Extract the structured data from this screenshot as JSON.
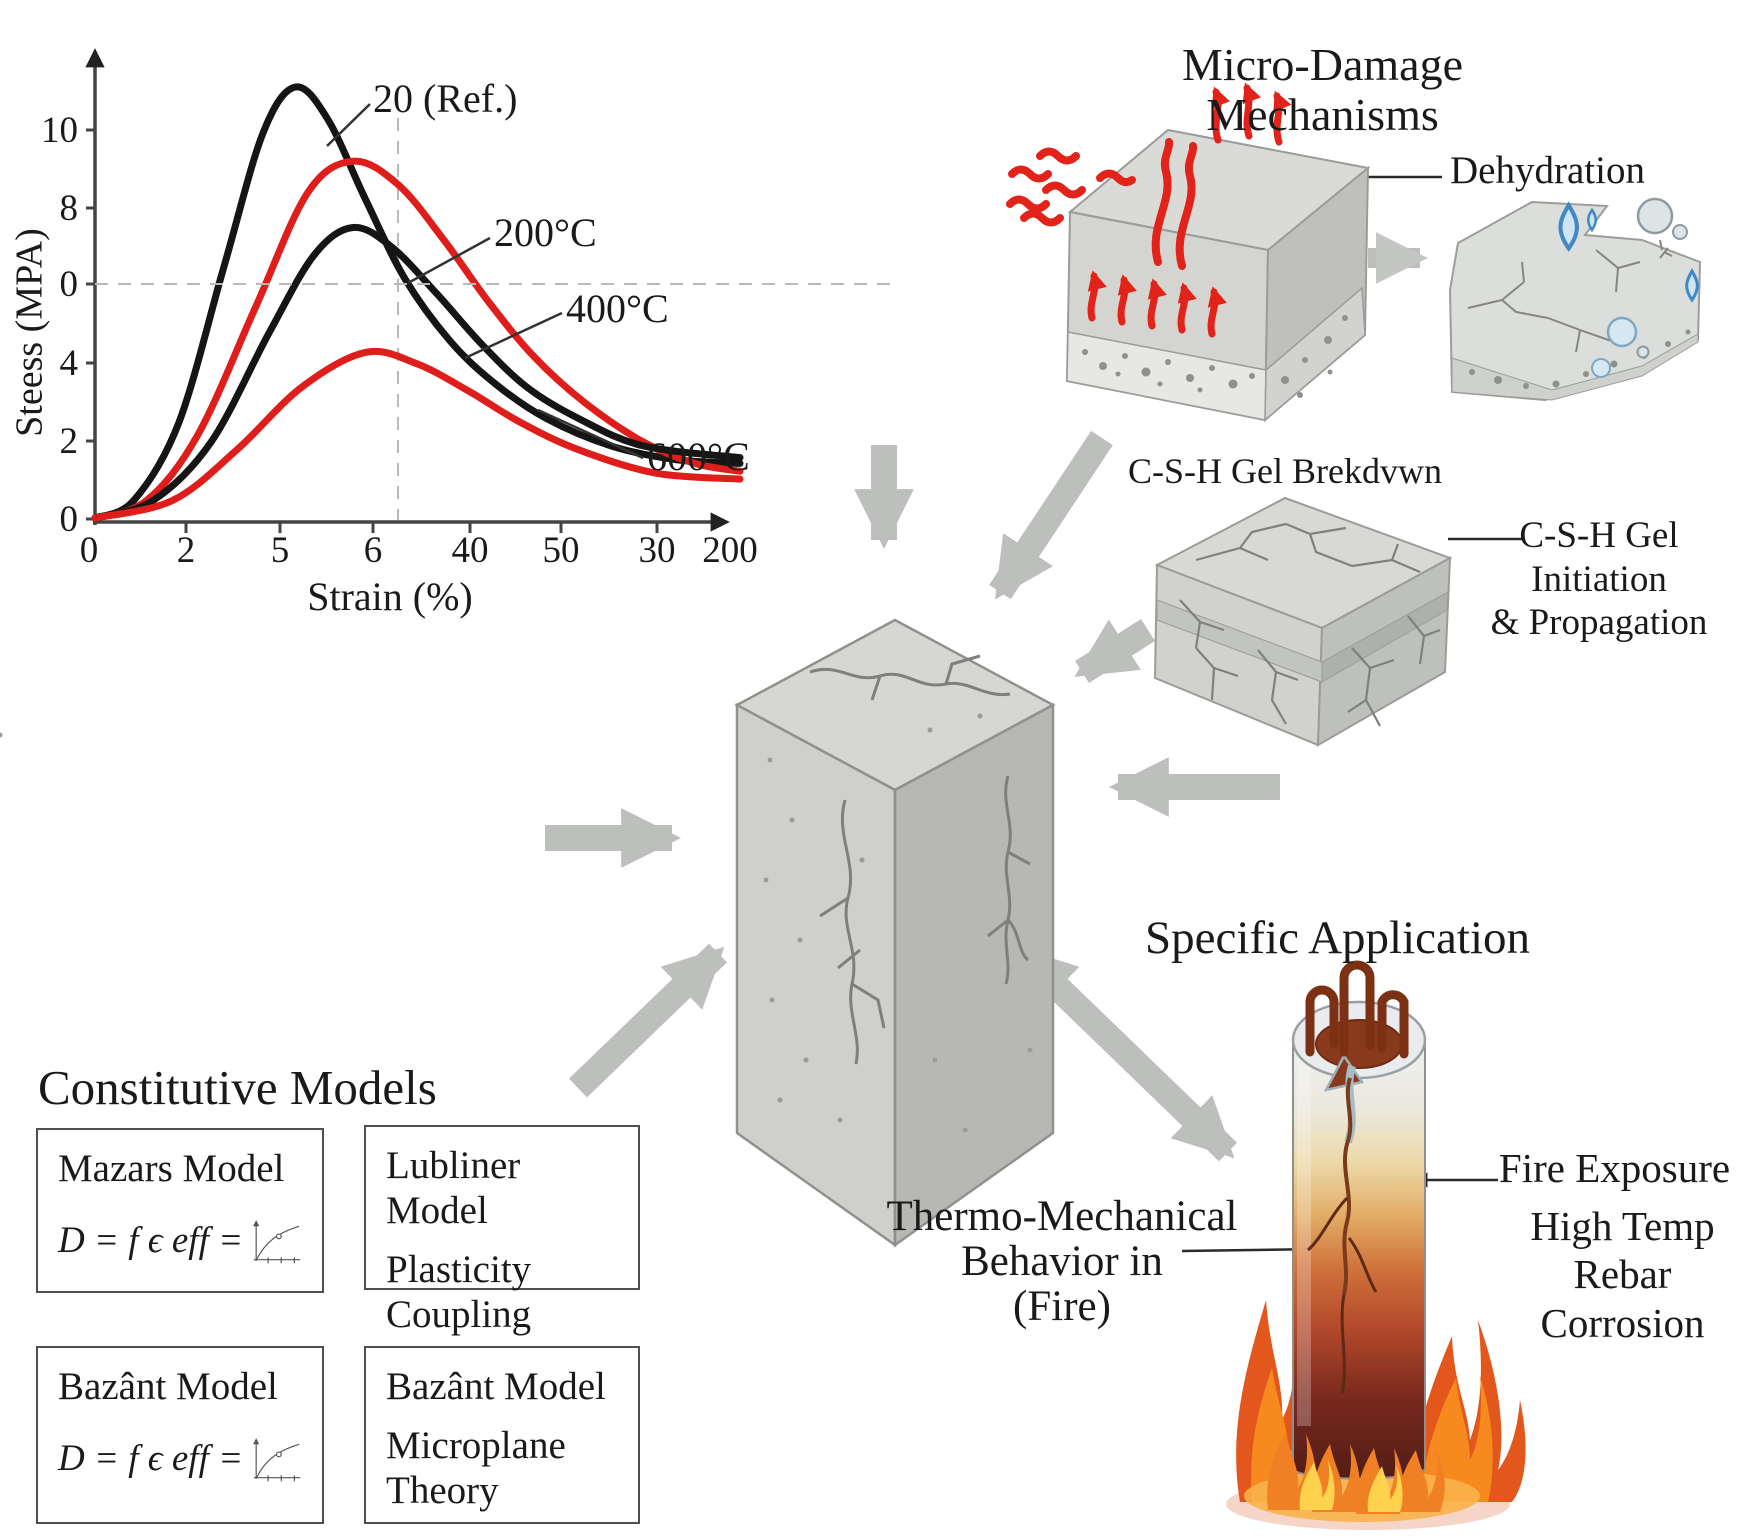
{
  "colors": {
    "curve_red": "#df1d1a",
    "curve_black": "#151515",
    "heat_arrow_red": "#e2231a",
    "big_arrow_gray": "#bcbfbb",
    "concrete_light": "#d8d9d5",
    "concrete_mid": "#c9cac6",
    "concrete_dark": "#b5b6b2",
    "rebar_brown": "#7c3014",
    "flame_orange": "#f68a1f",
    "flame_red": "#e4571c",
    "flame_yellow": "#ffd24d",
    "droplet_blue": "#3f88c5"
  },
  "chart_data": {
    "type": "line",
    "title": "",
    "xlabel": "Strain (%)",
    "ylabel": "Steess (MPA)",
    "x_tick_labels": [
      "0",
      "2",
      "5",
      "6",
      "40",
      "50",
      "30",
      "200"
    ],
    "y_tick_labels": [
      "0",
      "2",
      "4",
      "0",
      "8",
      "10"
    ],
    "dashed_crosshair": true,
    "legend_position": "inline-labels",
    "series": [
      {
        "name": "20 (Ref.)",
        "color": "#151515",
        "peak_mpa": 11.1,
        "points": [
          [
            0,
            0.05
          ],
          [
            0.06,
            0.5
          ],
          [
            0.13,
            2.5
          ],
          [
            0.2,
            6.5
          ],
          [
            0.26,
            9.9
          ],
          [
            0.31,
            11.1
          ],
          [
            0.36,
            10.3
          ],
          [
            0.42,
            8.2
          ],
          [
            0.48,
            6.2
          ],
          [
            0.55,
            4.6
          ],
          [
            0.62,
            3.5
          ],
          [
            0.7,
            2.6
          ],
          [
            0.8,
            1.9
          ],
          [
            0.9,
            1.55
          ],
          [
            1,
            1.45
          ]
        ]
      },
      {
        "name": "200°C",
        "color": "#df1d1a",
        "peak_mpa": 9.2,
        "points": [
          [
            0,
            0.05
          ],
          [
            0.08,
            0.5
          ],
          [
            0.16,
            2.2
          ],
          [
            0.25,
            5.5
          ],
          [
            0.33,
            8.4
          ],
          [
            0.4,
            9.2
          ],
          [
            0.47,
            8.6
          ],
          [
            0.54,
            7.2
          ],
          [
            0.61,
            5.6
          ],
          [
            0.68,
            4.2
          ],
          [
            0.76,
            3.0
          ],
          [
            0.85,
            2.0
          ],
          [
            0.93,
            1.45
          ],
          [
            1,
            1.25
          ]
        ]
      },
      {
        "name": "400°C",
        "color": "#151515",
        "peak_mpa": 7.5,
        "points": [
          [
            0,
            0.05
          ],
          [
            0.09,
            0.5
          ],
          [
            0.18,
            2.0
          ],
          [
            0.27,
            4.8
          ],
          [
            0.34,
            6.8
          ],
          [
            0.4,
            7.5
          ],
          [
            0.46,
            7.0
          ],
          [
            0.53,
            5.8
          ],
          [
            0.6,
            4.5
          ],
          [
            0.67,
            3.4
          ],
          [
            0.75,
            2.6
          ],
          [
            0.85,
            1.9
          ],
          [
            1,
            1.6
          ]
        ]
      },
      {
        "name": "600°C",
        "color": "#df1d1a",
        "peak_mpa": 4.3,
        "points": [
          [
            0,
            0.05
          ],
          [
            0.12,
            0.5
          ],
          [
            0.22,
            1.8
          ],
          [
            0.32,
            3.4
          ],
          [
            0.42,
            4.3
          ],
          [
            0.5,
            4.0
          ],
          [
            0.58,
            3.3
          ],
          [
            0.66,
            2.5
          ],
          [
            0.75,
            1.8
          ],
          [
            0.87,
            1.2
          ],
          [
            1,
            1.05
          ]
        ]
      }
    ]
  },
  "micro": {
    "title": "Micro-Damage Mechanisms",
    "dehydration_label": "Dehydration"
  },
  "csh": {
    "caption": "C-S-H Gel Brekdvwn",
    "side_label_lines": [
      "C-S-H Gel",
      "Initiation",
      "& Propagation"
    ]
  },
  "constitutive": {
    "title": "Constitutive Models",
    "boxes": [
      {
        "title": "Mazars Model",
        "formula": "D = f ϵ eff ="
      },
      {
        "title": "Lubliner Model",
        "subtitle": "Plasticity Coupling"
      },
      {
        "title": "Bazânt Model",
        "formula": "D = f ϵ eff ="
      },
      {
        "title": "Bazânt Model",
        "subtitle": "Microplane Theory"
      }
    ]
  },
  "application": {
    "title": "Specific Application",
    "left_label_lines": [
      "Thermo-Mechanical",
      "Behavior in",
      "(Fire)"
    ],
    "fire_exposure_label": "Fire Exposure",
    "right_label_lines": [
      "High Temp",
      "Rebar Corrosion"
    ]
  }
}
